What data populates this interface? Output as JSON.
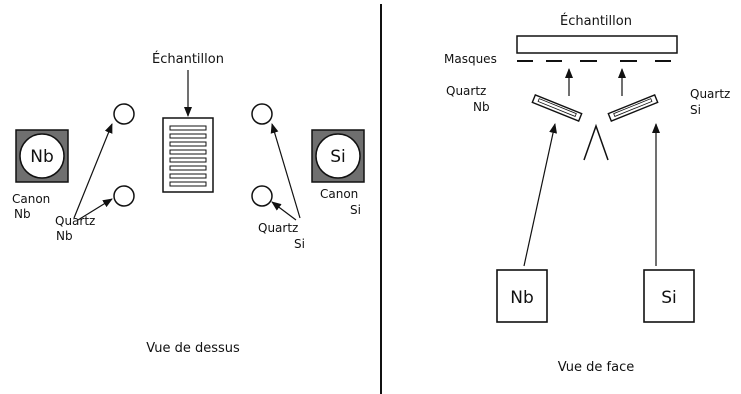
{
  "left_panel": {
    "sample_label": "Échantillon",
    "nb_gun_symbol": "Nb",
    "si_gun_symbol": "Si",
    "canon_nb_line1": "Canon",
    "canon_nb_line2": "Nb",
    "canon_si_line1": "Canon",
    "canon_si_line2": "Si",
    "quartz_nb_line1": "Quartz",
    "quartz_nb_line2": "Nb",
    "quartz_si_line1": "Quartz",
    "quartz_si_line2": "Si",
    "caption": "Vue de dessus"
  },
  "right_panel": {
    "sample_label": "Échantillon",
    "masks_label": "Masques",
    "quartz_nb_line1": "Quartz",
    "quartz_nb_line2": "Nb",
    "quartz_si_line1": "Quartz",
    "quartz_si_line2": "Si",
    "nb_source": "Nb",
    "si_source": "Si",
    "caption": "Vue de face"
  }
}
